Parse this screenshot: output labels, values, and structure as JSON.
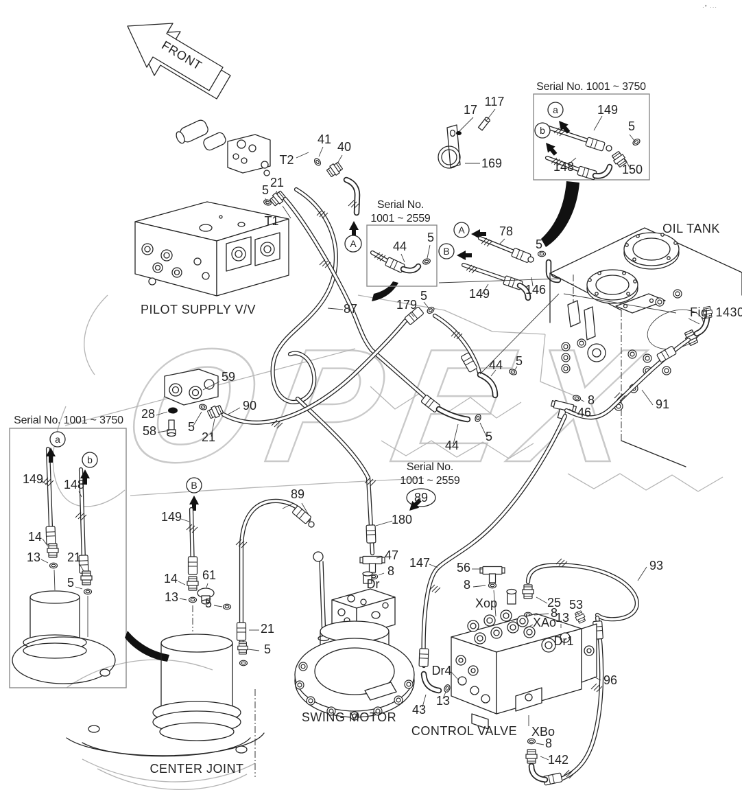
{
  "watermark": {
    "text": "OPEX"
  },
  "page": {
    "corner_marks": "·° ···"
  },
  "titles": {
    "front": "FRONT",
    "pilot_supply": "PILOT SUPPLY V/V",
    "oil_tank": "OIL TANK",
    "swing_motor": "SWING MOTOR",
    "control_valve": "CONTROL VALVE",
    "center_joint": "CENTER JOINT",
    "fig_ref": "Fig. 1430"
  },
  "serials": {
    "range_3750": "Serial No. 1001 ~ 3750",
    "range_2559_line1": "Serial No.",
    "range_2559_line2": "1001 ~ 2559"
  },
  "markers": {
    "A": "A",
    "B": "B",
    "a": "a",
    "b": "b",
    "n89": "89"
  },
  "ports": {
    "T1": "T1",
    "T2": "T2",
    "Dr": "Dr",
    "Dr1": "Dr1",
    "Dr4": "Dr4",
    "Xop": "Xop",
    "XAo": "XAo",
    "XBo": "XBo"
  },
  "nums": {
    "n5": "5",
    "n8": "8",
    "n13": "13",
    "n14": "14",
    "n17": "17",
    "n21": "21",
    "n25": "25",
    "n28": "28",
    "n40": "40",
    "n41": "41",
    "n43": "43",
    "n44": "44",
    "n46": "46",
    "n47": "47",
    "n53": "53",
    "n56": "56",
    "n58": "58",
    "n59": "59",
    "n61": "61",
    "n78": "78",
    "n87": "87",
    "n89": "89",
    "n90": "90",
    "n91": "91",
    "n93": "93",
    "n96": "96",
    "n117": "117",
    "n142": "142",
    "n146": "146",
    "n147": "147",
    "n148": "148",
    "n149": "149",
    "n150": "150",
    "n169": "169",
    "n179": "179",
    "n180": "180"
  }
}
